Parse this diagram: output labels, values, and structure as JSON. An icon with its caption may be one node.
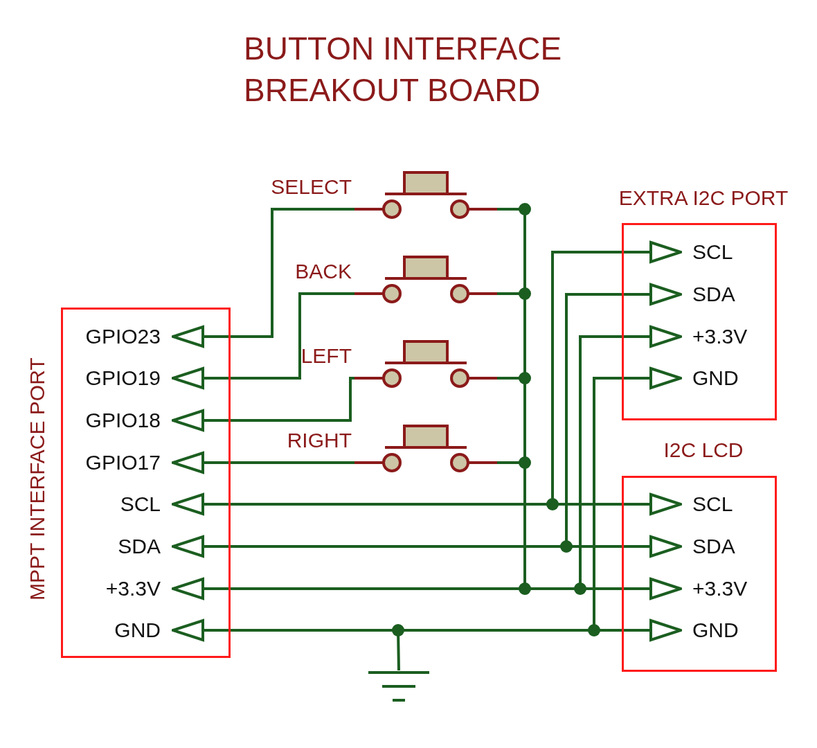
{
  "diagram": {
    "title": "BUTTON INTERFACE BREAKOUT BOARD",
    "nodes": [
      {
        "text": [
          "MPPT INTERFACE PORT"
        ]
      },
      {
        "text": [
          "GPIO23"
        ],
        "in": 0
      },
      {
        "text": [
          "GPIO19"
        ],
        "in": 0
      },
      {
        "text": [
          "GPIO18"
        ],
        "in": 0
      },
      {
        "text": [
          "GPIO17"
        ],
        "in": 0
      },
      {
        "text": [
          "SCL"
        ],
        "in": 0
      },
      {
        "text": [
          "SDA"
        ],
        "in": 0
      },
      {
        "text": [
          "+3.3V"
        ],
        "in": 0
      },
      {
        "text": [
          "GND"
        ],
        "in": 0
      },
      {
        "text": [
          "EXTRA I2C PORT"
        ]
      },
      {
        "text": [
          "SCL"
        ],
        "in": 9
      },
      {
        "text": [
          "SDA"
        ],
        "in": 9
      },
      {
        "text": [
          "+3.3V"
        ],
        "in": 9
      },
      {
        "text": [
          "GND"
        ],
        "in": 9
      },
      {
        "text": [
          "I2C LCD"
        ]
      },
      {
        "text": [
          "SCL"
        ],
        "in": 14
      },
      {
        "text": [
          "SDA"
        ],
        "in": 14
      },
      {
        "text": [
          "+3.3V"
        ],
        "in": 14
      },
      {
        "text": [
          "GND"
        ],
        "in": 14
      },
      {
        "text": [],
        "shape": "switch",
        "beside": [
          "SELECT"
        ]
      },
      {
        "text": [],
        "shape": "switch",
        "beside": [
          "BACK"
        ]
      },
      {
        "text": [],
        "shape": "switch",
        "beside": [
          "LEFT"
        ]
      },
      {
        "text": [],
        "shape": "switch",
        "beside": [
          "RIGHT"
        ]
      },
      {
        "text": [],
        "shape": "ground"
      }
    ],
    "edges": [
      {
        "from": 1,
        "to": 19,
        "arrow": "none"
      },
      {
        "from": 2,
        "to": 20,
        "arrow": "none"
      },
      {
        "from": 3,
        "to": 21,
        "arrow": "none"
      },
      {
        "from": 4,
        "to": 22,
        "arrow": "none"
      },
      {
        "from": 5,
        "to": 15,
        "arrow": "none"
      },
      {
        "from": 5,
        "to": 10,
        "arrow": "none"
      },
      {
        "from": 6,
        "to": 16,
        "arrow": "none"
      },
      {
        "from": 6,
        "to": 11,
        "arrow": "none"
      },
      {
        "from": 7,
        "to": 17,
        "arrow": "none"
      },
      {
        "from": 7,
        "to": 12,
        "arrow": "none"
      },
      {
        "from": 19,
        "to": 7,
        "arrow": "none"
      },
      {
        "from": 20,
        "to": 7,
        "arrow": "none"
      },
      {
        "from": 21,
        "to": 7,
        "arrow": "none"
      },
      {
        "from": 22,
        "to": 7,
        "arrow": "none"
      },
      {
        "from": 8,
        "to": 18,
        "arrow": "none"
      },
      {
        "from": 8,
        "to": 13,
        "arrow": "none"
      },
      {
        "from": 8,
        "to": 23,
        "arrow": "none"
      }
    ]
  }
}
